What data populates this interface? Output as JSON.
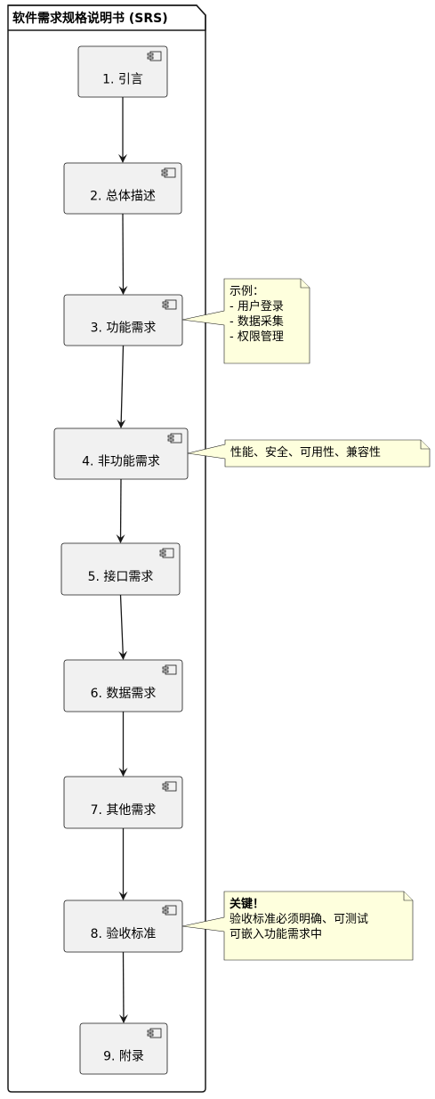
{
  "package": {
    "title": "软件需求规格说明书 (SRS)"
  },
  "components": [
    {
      "id": "c1",
      "label": "1. 引言"
    },
    {
      "id": "c2",
      "label": "2. 总体描述"
    },
    {
      "id": "c3",
      "label": "3. 功能需求"
    },
    {
      "id": "c4",
      "label": "4. 非功能需求"
    },
    {
      "id": "c5",
      "label": "5. 接口需求"
    },
    {
      "id": "c6",
      "label": "6. 数据需求"
    },
    {
      "id": "c7",
      "label": "7. 其他需求"
    },
    {
      "id": "c8",
      "label": "8. 验收标准"
    },
    {
      "id": "c9",
      "label": "9. 附录"
    }
  ],
  "notes": [
    {
      "id": "n1",
      "attached_to": "c3",
      "lines": [
        "示例：",
        "- 用户登录",
        "- 数据采集",
        "- 权限管理"
      ]
    },
    {
      "id": "n2",
      "attached_to": "c4",
      "lines": [
        "性能、安全、可用性、兼容性"
      ]
    },
    {
      "id": "n3",
      "attached_to": "c8",
      "lines": [
        "关键！",
        "验收标准必须明确、可测试",
        "可嵌入功能需求中"
      ]
    }
  ],
  "flow": [
    [
      "c1",
      "c2"
    ],
    [
      "c2",
      "c3"
    ],
    [
      "c3",
      "c4"
    ],
    [
      "c4",
      "c5"
    ],
    [
      "c5",
      "c6"
    ],
    [
      "c6",
      "c7"
    ],
    [
      "c7",
      "c8"
    ],
    [
      "c8",
      "c9"
    ]
  ],
  "colors": {
    "component_fill": "#F1F1F1",
    "component_border": "#181818",
    "note_fill": "#FEFFDD",
    "note_border": "#181818",
    "arrow": "#181818"
  }
}
